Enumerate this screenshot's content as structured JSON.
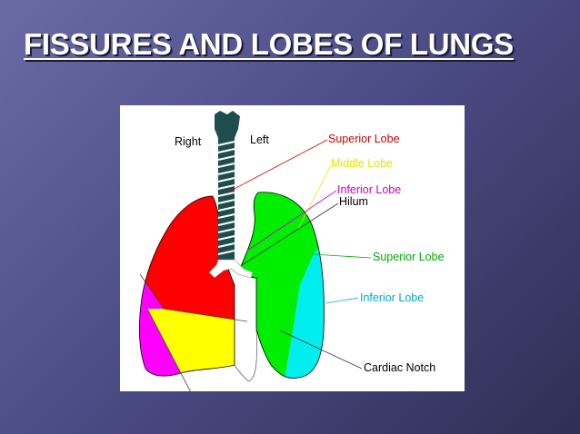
{
  "slide": {
    "title": "FISSURES AND LOBES OF LUNGS"
  },
  "diagram": {
    "side_labels": {
      "right": "Right",
      "left": "Left"
    },
    "labels": {
      "right_superior": "Superior Lobe",
      "right_middle": "Middle Lobe",
      "right_inferior": "Inferior Lobe",
      "hilum": "Hilum",
      "left_superior": "Superior Lobe",
      "left_inferior": "Inferior Lobe",
      "cardiac_notch": "Cardiac Notch"
    },
    "colors": {
      "right_superior_lobe": "#ff0000",
      "right_middle_lobe": "#ffff00",
      "right_inferior_lobe": "#ff00ff",
      "left_superior_lobe": "#00ee00",
      "left_inferior_lobe": "#00eeee",
      "trachea": "#1e4d4d",
      "label_superior": "#cc0000",
      "label_middle": "#e6e600",
      "label_inferior": "#cc00cc",
      "label_left_superior": "#00aa00",
      "label_left_inferior": "#00aacc"
    }
  }
}
